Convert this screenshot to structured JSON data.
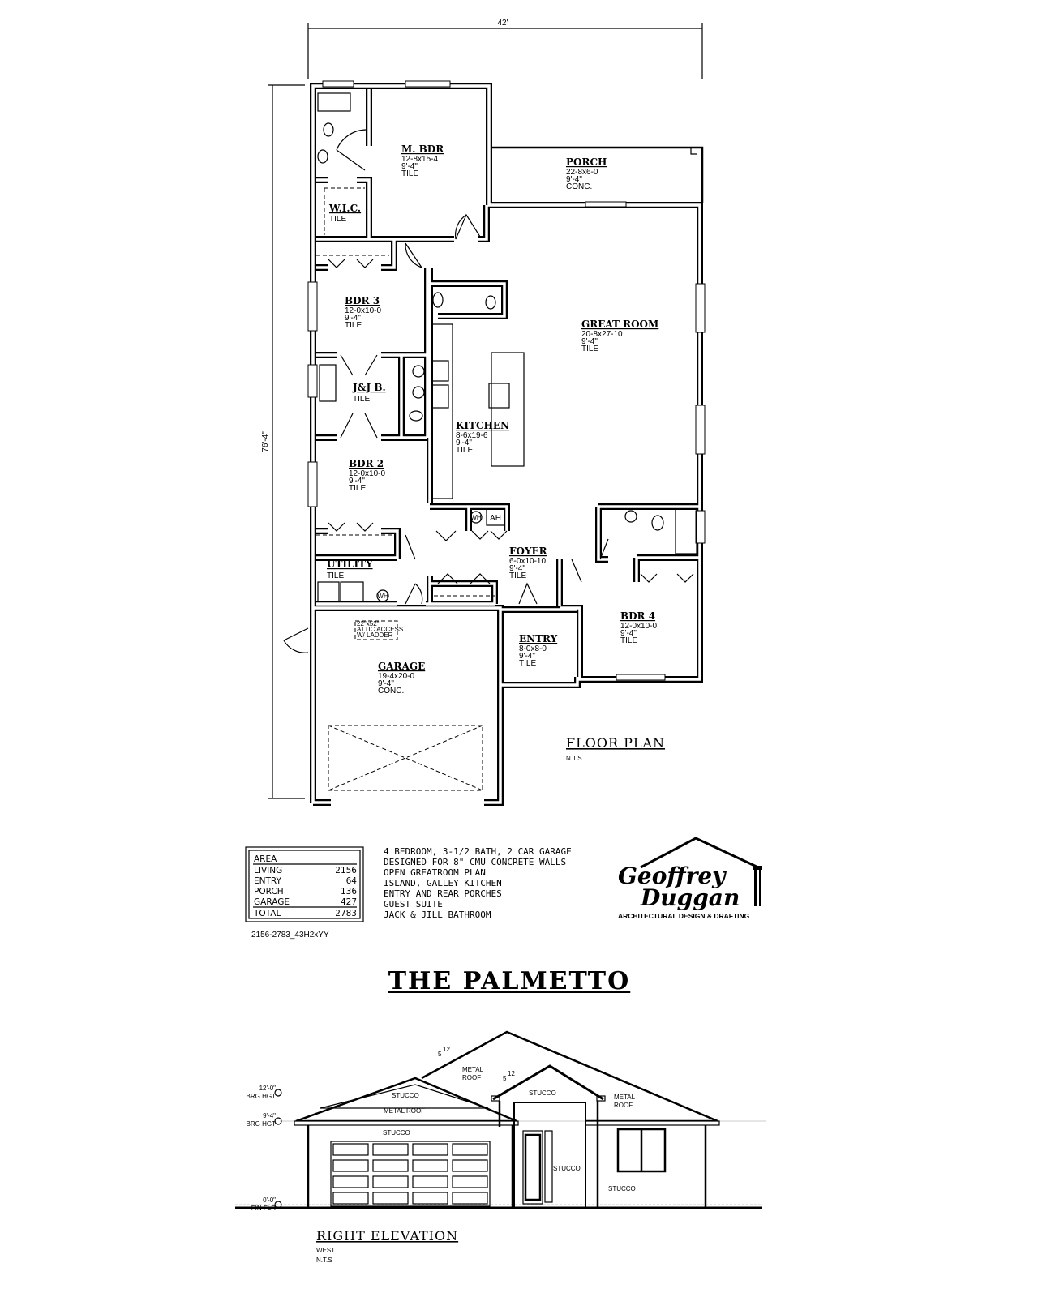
{
  "dimensions": {
    "width": "42'",
    "depth": "76'-4\""
  },
  "rooms": {
    "master": {
      "name": "M. BDR",
      "size": "12-8x15-4",
      "ceiling": "9'-4\"",
      "floor": "TILE"
    },
    "porch": {
      "name": "PORCH",
      "size": "22-8x6-0",
      "ceiling": "9'-4\"",
      "floor": "CONC."
    },
    "wic": {
      "name": "W.I.C.",
      "floor": "TILE"
    },
    "bdr3": {
      "name": "BDR 3",
      "size": "12-0x10-0",
      "ceiling": "9'-4\"",
      "floor": "TILE"
    },
    "great": {
      "name": "GREAT ROOM",
      "size": "20-8x27-10",
      "ceiling": "9'-4\"",
      "floor": "TILE"
    },
    "jjbath": {
      "name": "J&J B.",
      "floor": "TILE"
    },
    "kitchen": {
      "name": "KITCHEN",
      "size": "8-6x19-6",
      "ceiling": "9'-4\"",
      "floor": "TILE"
    },
    "bdr2": {
      "name": "BDR 2",
      "size": "12-0x10-0",
      "ceiling": "9'-4\"",
      "floor": "TILE"
    },
    "utility": {
      "name": "UTILITY",
      "floor": "TILE"
    },
    "foyer": {
      "name": "FOYER",
      "size": "6-0x10-10",
      "ceiling": "9'-4\"",
      "floor": "TILE"
    },
    "bdr4": {
      "name": "BDR 4",
      "size": "12-0x10-0",
      "ceiling": "9'-4\"",
      "floor": "TILE"
    },
    "entry": {
      "name": "ENTRY",
      "size": "8-0x8-0",
      "ceiling": "9'-4\"",
      "floor": "TILE"
    },
    "garage": {
      "name": "GARAGE",
      "size": "19-4x20-0",
      "ceiling": "9'-4\"",
      "floor": "CONC."
    }
  },
  "fixtures": {
    "ah": "AH",
    "wh": "WH",
    "attic": [
      "22\"x52\"",
      "ATTIC ACCESS",
      "W/ LADDER"
    ]
  },
  "floor_plan": {
    "title": "FLOOR PLAN",
    "scale": "N.T.S"
  },
  "area_table": {
    "header": "AREA",
    "rows": [
      {
        "label": "LIVING",
        "value": "2156"
      },
      {
        "label": "ENTRY",
        "value": "64"
      },
      {
        "label": "PORCH",
        "value": "136"
      },
      {
        "label": "GARAGE",
        "value": "427"
      }
    ],
    "total": {
      "label": "TOTAL",
      "value": "2783"
    }
  },
  "features": [
    "4 BEDROOM, 3-1/2 BATH, 2 CAR GARAGE",
    "DESIGNED FOR 8\" CMU CONCRETE WALLS",
    "OPEN GREATROOM PLAN",
    "ISLAND, GALLEY KITCHEN",
    "ENTRY AND REAR PORCHES",
    "GUEST SUITE",
    "JACK & JILL BATHROOM"
  ],
  "plan_code": "2156-2783_43H2xYY",
  "logo": {
    "line1": "Geoffrey",
    "line2": "Duggan",
    "tagline": "ARCHITECTURAL DESIGN & DRAFTING"
  },
  "plan_name": "THE PALMETTO",
  "elevation": {
    "title": "RIGHT ELEVATION",
    "direction": "WEST",
    "scale": "N.T.S",
    "levels": [
      {
        "value": "12'-0\"",
        "label": "BRG HGT"
      },
      {
        "value": "9'-4\"",
        "label": "BRG HGT"
      },
      {
        "value": "0'-0\"",
        "label": "FIN FLR"
      }
    ],
    "pitch": {
      "rise": "5",
      "run": "12"
    },
    "materials": {
      "stucco": "STUCCO",
      "metal_roof": "METAL ROOF",
      "metal": "METAL",
      "roof": "ROOF"
    }
  }
}
